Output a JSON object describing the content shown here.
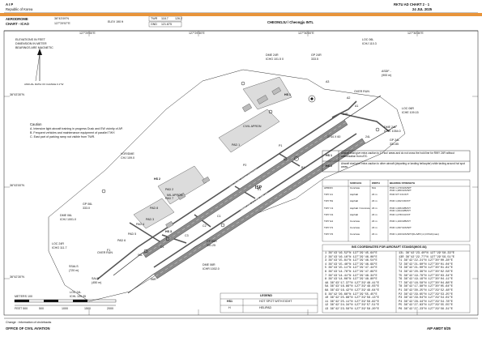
{
  "header": {
    "left_code": "A I P",
    "left_country": "Republic of Korea",
    "right_code": "RKTU AD CHART 2 - 1",
    "right_date": "24 JUL 2025",
    "title_left_1": "AERODROME",
    "title_left_2": "CHART - ICAO",
    "arp_lat": "36°43'09\"N",
    "arp_lon": "127°29'57\"E",
    "elev": "ELEV 190 ft",
    "freq_twr_label": "TWR",
    "freq_twr_1": "118.7",
    "freq_twr_2": "126.2",
    "freq_gnd_label": "GND",
    "freq_gnd_1": "121.875",
    "airport_name": "CHEONGJU / Cheongju INTL"
  },
  "notes": {
    "elevations": "ELEVATIONS IN FEET",
    "dimension": "DIMENSION IN METER",
    "bearings": "BEARINGS ARE MAGNETIC",
    "var": "ANNUAL RATE OF CHANGE 0.1°W",
    "caution_title": "Caution",
    "caution_1": "A. Intensive light aircraft training in progress Dusk and EW vicinity of AP.",
    "caution_2": "B. Frequent vehicles and maintenance equipment of parallel TWY.",
    "caution_3": "C. East part of parking ramp not visible from TWR."
  },
  "navaids": {
    "loc_06l": [
      "LOC 06L",
      "ICHJ 110.3"
    ],
    "dme_24r": [
      "DME 24R",
      "ICHG 101.5 0"
    ],
    "gp_24r": [
      "GP 24R",
      "333.5"
    ],
    "loc_06r": [
      "LOC 06R",
      "ICHE 109.15"
    ],
    "dme_24l": [
      "DME 24L",
      "ICHE 1054.0"
    ],
    "gp_24l": [
      "GP 24L",
      "331.85"
    ],
    "vor_dme": [
      "VOR/DME",
      "CHJ 109.0"
    ],
    "gp_06l": [
      "GP 06L",
      "333.0"
    ],
    "dme_06l": [
      "DME 06L",
      "ICHJ 1001.0"
    ],
    "gp_06r": [
      "GP 06R",
      "331.25"
    ],
    "dme_06r": [
      "DME 06R",
      "ICHR 1002.0"
    ],
    "loc_24r": [
      "LOC 24R",
      "ICHG 111.7"
    ],
    "loc_24l": [
      "LOC 24L",
      "ICHL 109.35"
    ],
    "asdf": [
      "ASDF -",
      "(900 m)"
    ],
    "sals": [
      "SALS",
      "(450 m)"
    ],
    "ssals": [
      "SSALS",
      "(720 m)"
    ],
    "ovr_run": "OVER RUN",
    "ovr_run_2": "OVER RUN"
  },
  "runways": {
    "rwy1_label": "06L/24R",
    "rwy1_surface": "CONCRETE",
    "rwy2_label": "06R/24L",
    "rwy2_surface": "CONCRETE",
    "thr_06l": "06L",
    "thr_06r": "06R",
    "thr_24r": "24R",
    "thr_24l": "24L",
    "dim": "2744 X 60",
    "isp": "ISP"
  },
  "taxiways": {
    "labels": [
      "A1",
      "A2",
      "A3",
      "B1",
      "B2",
      "C1",
      "C2",
      "C3",
      "D1",
      "E1",
      "P1",
      "P2",
      "F1"
    ],
    "pads": [
      "PAD 1",
      "PAD 2",
      "PAD 3",
      "PAD 4",
      "PAD 5",
      "PAD 6",
      "PAD 7",
      "PAD 8"
    ],
    "hs": [
      "HS 1",
      "HS 2",
      "HS 3"
    ],
    "ramps": [
      "CIVIL APRON",
      "MIL APRON"
    ]
  },
  "hs_table": {
    "rows": [
      [
        "HS 1",
        "Aircraft shall give extra caution to C-Hoo! areas and do not cross the hold line for RWY 24R without authorization from ATC."
      ],
      [
        "HS 2",
        "Aircraft shall give extra caution to other aircraft (departing or landing helicopter) while taxiing around hot spot areas."
      ]
    ]
  },
  "twy_table": {
    "headers": [
      "",
      "SURFACE",
      "WIDTH",
      "BEARING STRENGTH"
    ],
    "rows": [
      [
        "APRON",
        "Concrete",
        "N/A",
        "PCR 1,170 R/A/W/T\nPCR 1,280 R/A/W/T"
      ],
      [
        "TWY A1",
        "Asphalt",
        "23 m",
        "PCR 977 F/C/X/T"
      ],
      [
        "TWY B1",
        "Asphalt",
        "23 m",
        "PCR 1,002 F/D/X/T"
      ],
      [
        "TWY C1",
        "Asphalt / Concrete",
        "23 m",
        "PCR 1,006 R/B/X/T\nPCR 1,004 R/B/X/T"
      ],
      [
        "TWY D1",
        "Asphalt",
        "23 m",
        "PCR 1,078 F/A/X/T"
      ],
      [
        "TWY E1",
        "Concrete",
        "23 m",
        "PCR 1,100 R/B/X/T"
      ],
      [
        "TWY P1",
        "Concrete",
        "23 m",
        "PCR 1,097 R/A/W/T"
      ],
      [
        "TWY P2",
        "Concrete",
        "23 m",
        "PCR 1,100 R/A/W/T/(R+S/PC) 2,0 Pitch(max)"
      ]
    ]
  },
  "coords": {
    "title": "INS COORDINATES FOR AIRCRAFT STANDS(WGS 84)",
    "col1": [
      "1  36°43'16.52\"N  127°29'45.64\"E",
      "2  36°43'16.16\"N  127°29'46.08\"E",
      "3  36°43'15.81\"N  127°29'46.54\"E",
      "4  36°43'15.46\"N  127°29'46.99\"E",
      "5  36°43'15.11\"N  127°29'47.44\"E",
      "6  36°43'14.76\"N  127°29'47.89\"E",
      "7  36°43'14.41\"N  127°29'48.34\"E",
      "8  36°43'14.06\"N  127°29'48.80\"E",
      "4A 36°43'17.37\"N  127°29'48.41\"E",
      "5A 36°43'16.89\"N  127°29'49.03\"E",
      "6A 36°43'16.42\"N  127°29'49.64\"E",
      "9  36°42'26.66\"N  127°29'55.45\"E",
      "10 36°42'25.88\"N  127°29'56.13\"E",
      "11 36°42'25.11\"N  127°29'56.82\"E",
      "12 36°42'24.34\"N  127°29'57.51\"E",
      "13 36°42'23.56\"N  127°29'58.20\"E"
    ],
    "col2": [
      "13L 36°42'23.40\"N  127°29'58.33\"E",
      "13R 36°42'22.77\"N  127°29'59.51\"E",
      "T1  36°42'22.21\"N  127°30'00.28\"E",
      "T2  36°42'21.60\"N  127°30'01.04\"E",
      "T3  36°42'21.00\"N  127°30'01.81\"E",
      "T4  36°42'20.39\"N  127°30'02.58\"E",
      "T5  36°42'19.79\"N  127°30'03.34\"E",
      "T6  36°42'19.19\"N  127°30'04.11\"E",
      "T7  36°42'18.58\"N  127°30'04.88\"E",
      "T8  36°42'17.98\"N  127°30'05.64\"E",
      "P1  36°42'30.25\"N  127°29'52.48\"E",
      "P2  36°42'29.65\"N  127°29'53.25\"E",
      "P3  36°42'29.04\"N  127°29'54.01\"E",
      "P4  36°42'28.44\"N  127°29'54.78\"E",
      "P5  36°42'27.83\"N  127°29'55.55\"E",
      "P6  36°42'27.23\"N  127°29'56.31\"E"
    ]
  },
  "legend": {
    "title": "LEGEND",
    "row1_sym": "HS1",
    "row1_txt": "HOT SPOT WITH EIGHT",
    "row2_txt": "HELIPAD"
  },
  "grid": {
    "lat_top": "36°43'30\"N",
    "lat_mid": "36°43'00\"N",
    "lat_bot": "36°42'30\"N",
    "lon_1": "127°29'00\"E",
    "lon_2": "127°29'30\"E",
    "lon_3": "127°30'00\"E",
    "lon_4": "127°30'30\"E",
    "scale_label": "METERS 100",
    "scale_ticks": [
      "0",
      "100",
      "200",
      "300",
      "400",
      "500",
      "600",
      "700"
    ],
    "feet_ticks": [
      "FEET 500",
      "0",
      "500",
      "1000",
      "1500",
      "2000"
    ]
  },
  "footer": {
    "change": "Change : Information of circlebacks",
    "office": "OFFICE OF CIVIL AVIATION",
    "amdt": "AIP AMDT 8/25"
  },
  "colors": {
    "orange_band": "#e8943a",
    "runway": "#8c8c8c",
    "ink": "#111111"
  }
}
